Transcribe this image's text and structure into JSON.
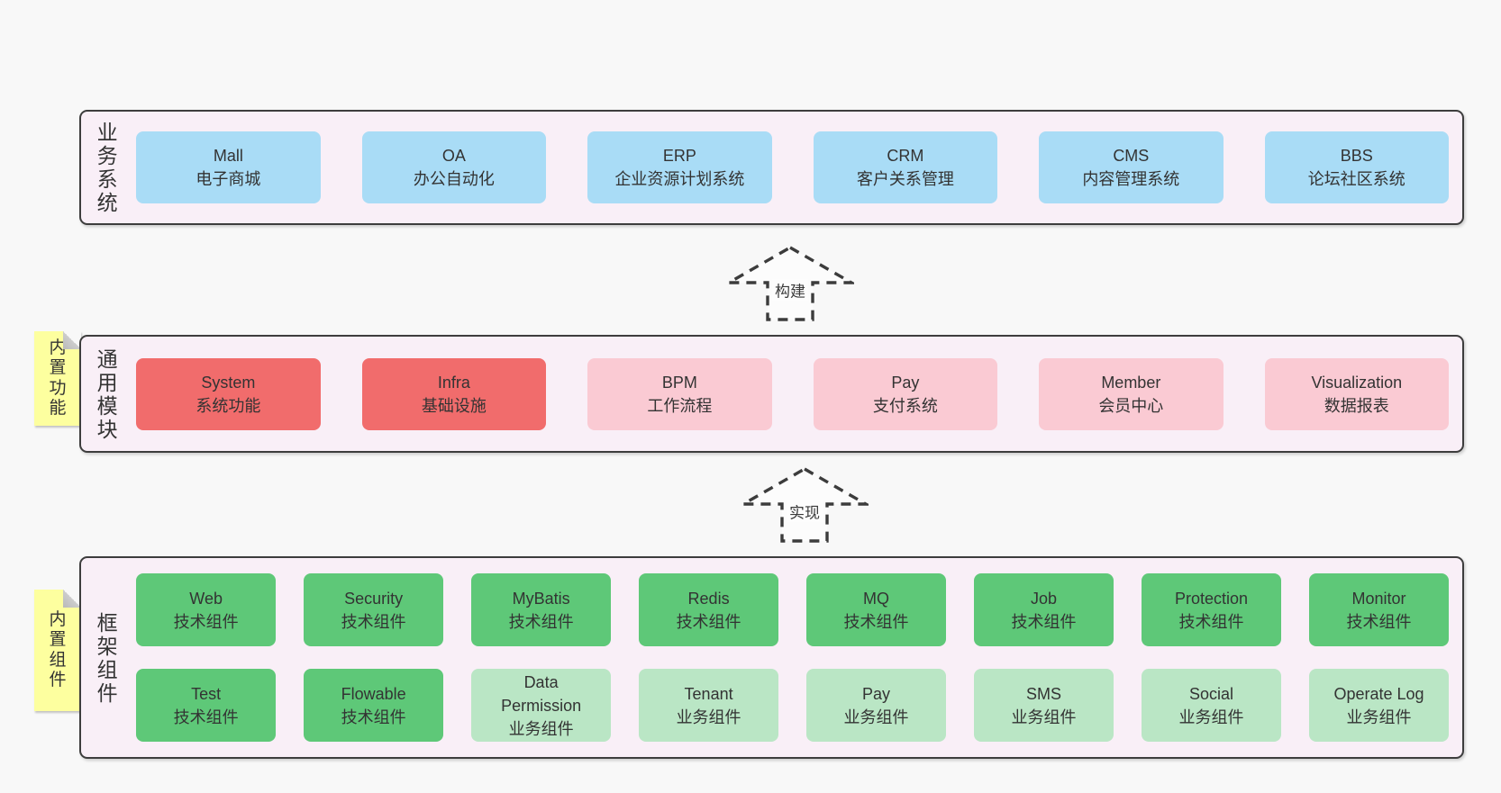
{
  "colors": {
    "page_bg": "#f8f8f8",
    "layer_bg": "#f9eff7",
    "blue": "#a9dcf6",
    "red": "#f16c6c",
    "pink": "#facad3",
    "green": "#5ec878",
    "green_light": "#bae6c5",
    "sticky_yellow": "#fdff9f",
    "ink": "#333333",
    "outline": "#3d3d3d"
  },
  "arrows": {
    "build": "构建",
    "implement": "实现"
  },
  "business": {
    "label": "业务系统",
    "boxes": [
      {
        "name": "Mall",
        "sub": "电子商城"
      },
      {
        "name": "OA",
        "sub": "办公自动化"
      },
      {
        "name": "ERP",
        "sub": "企业资源计划系统"
      },
      {
        "name": "CRM",
        "sub": "客户关系管理"
      },
      {
        "name": "CMS",
        "sub": "内容管理系统"
      },
      {
        "name": "BBS",
        "sub": "论坛社区系统"
      }
    ]
  },
  "modules": {
    "label": "通用模块",
    "sticky": "内置功能",
    "boxes": [
      {
        "name": "System",
        "sub": "系统功能"
      },
      {
        "name": "Infra",
        "sub": "基础设施"
      },
      {
        "name": "BPM",
        "sub": "工作流程"
      },
      {
        "name": "Pay",
        "sub": "支付系统"
      },
      {
        "name": "Member",
        "sub": "会员中心"
      },
      {
        "name": "Visualization",
        "sub": "数据报表"
      }
    ]
  },
  "framework": {
    "label": "框架组件",
    "sticky": "内置组件",
    "row1": [
      {
        "name": "Web",
        "sub": "技术组件"
      },
      {
        "name": "Security",
        "sub": "技术组件"
      },
      {
        "name": "MyBatis",
        "sub": "技术组件"
      },
      {
        "name": "Redis",
        "sub": "技术组件"
      },
      {
        "name": "MQ",
        "sub": "技术组件"
      },
      {
        "name": "Job",
        "sub": "技术组件"
      },
      {
        "name": "Protection",
        "sub": "技术组件"
      },
      {
        "name": "Monitor",
        "sub": "技术组件"
      }
    ],
    "row2": [
      {
        "name": "Test",
        "sub": "技术组件"
      },
      {
        "name": "Flowable",
        "sub": "技术组件"
      },
      {
        "name": "Data Permission",
        "sub": "业务组件"
      },
      {
        "name": "Tenant",
        "sub": "业务组件"
      },
      {
        "name": "Pay",
        "sub": "业务组件"
      },
      {
        "name": "SMS",
        "sub": "业务组件"
      },
      {
        "name": "Social",
        "sub": "业务组件"
      },
      {
        "name": "Operate Log",
        "sub": "业务组件"
      }
    ]
  }
}
